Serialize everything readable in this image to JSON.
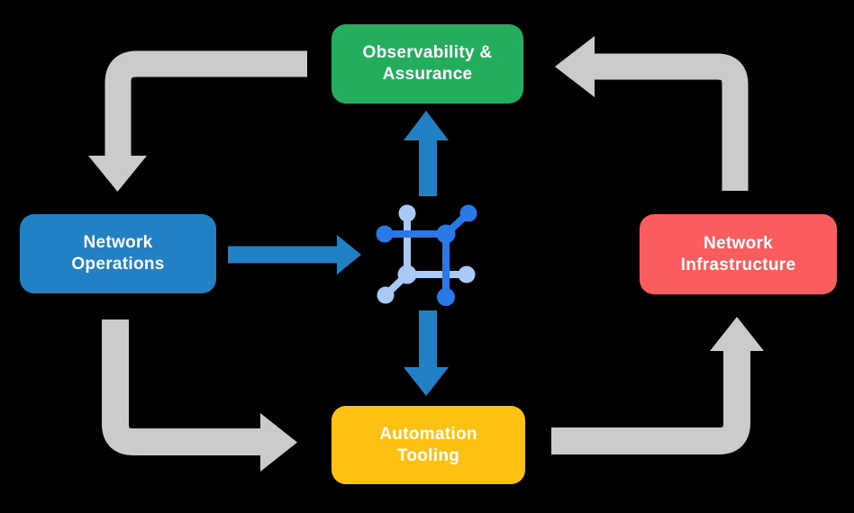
{
  "diagram": {
    "background": "#000000",
    "nodes": [
      {
        "id": "observability-assurance",
        "lines": [
          "Observability &",
          "Assurance"
        ],
        "color": "#23AD5C",
        "text_color": "#FFFFFF"
      },
      {
        "id": "network-operations",
        "lines": [
          "Network",
          "Operations"
        ],
        "color": "#2181C4",
        "text_color": "#FFFFFF"
      },
      {
        "id": "network-infrastructure",
        "lines": [
          "Network",
          "Infrastructure"
        ],
        "color": "#FB5D5F",
        "text_color": "#FFFFFF"
      },
      {
        "id": "automation-tooling",
        "lines": [
          "Automation",
          "Tooling"
        ],
        "color": "#FDC113",
        "text_color": "#FFFFFF"
      }
    ],
    "center_icon": {
      "name": "network-mesh-icon",
      "dark_color": "#2979E8",
      "light_color": "#A9CAF7"
    },
    "arrows": {
      "gray_color": "#CBCBCB",
      "blue_color": "#2181C4",
      "gray_flow": [
        {
          "from": "observability-assurance",
          "to": "network-operations"
        },
        {
          "from": "network-operations",
          "to": "automation-tooling"
        },
        {
          "from": "automation-tooling",
          "to": "network-infrastructure"
        },
        {
          "from": "network-infrastructure",
          "to": "observability-assurance"
        }
      ],
      "blue_flow": [
        {
          "from": "network-operations",
          "to": "center-icon"
        },
        {
          "from": "center-icon",
          "to": "observability-assurance"
        },
        {
          "from": "center-icon",
          "to": "automation-tooling"
        }
      ]
    }
  }
}
